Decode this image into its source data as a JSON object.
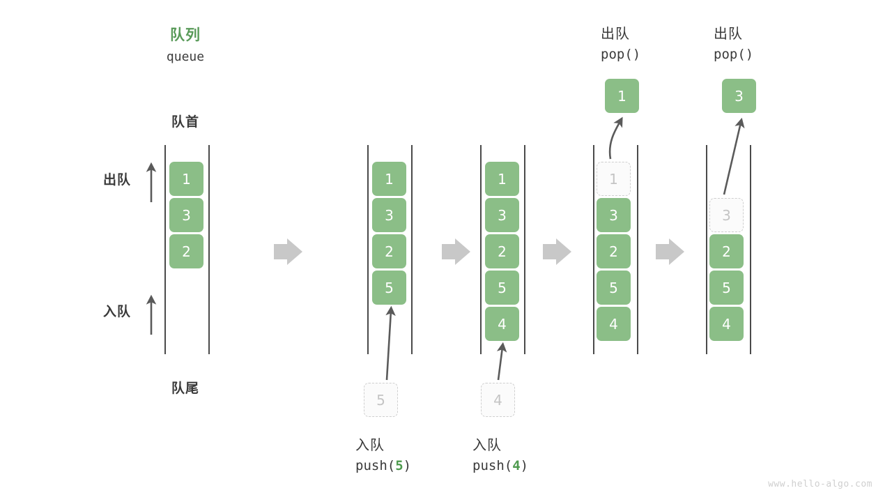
{
  "diagram": {
    "title_cn": "队列",
    "title_code": "queue",
    "front_label": "队首",
    "rear_label": "队尾",
    "dequeue_label": "出队",
    "enqueue_label": "入队",
    "watermark": "www.hello-algo.com",
    "colors": {
      "cell_fill": "#8bbe87",
      "cell_text": "#ffffff",
      "title_green": "#599a59",
      "code_highlight": "#4e9a4e",
      "ghost_border": "#cfcfcf",
      "ghost_text": "#c4c4c4",
      "rail": "#4a4a4a",
      "arrow_gray": "#c8c8c8",
      "thin_arrow": "#5a5a5a",
      "text": "#3a3a3a"
    },
    "steps": [
      {
        "id": "initial",
        "cells": [
          "1",
          "3",
          "2"
        ],
        "ghost_top": null,
        "ghost_bottom": null,
        "popped": null,
        "op_cn": null,
        "op_code": null
      },
      {
        "id": "push-5",
        "cells": [
          "1",
          "3",
          "2",
          "5"
        ],
        "ghost_top": null,
        "ghost_bottom": "5",
        "popped": null,
        "op_cn": "入队",
        "op_code_prefix": "push(",
        "op_code_value": "5",
        "op_code_suffix": ")"
      },
      {
        "id": "push-4",
        "cells": [
          "1",
          "3",
          "2",
          "5",
          "4"
        ],
        "ghost_top": null,
        "ghost_bottom": "4",
        "popped": null,
        "op_cn": "入队",
        "op_code_prefix": "push(",
        "op_code_value": "4",
        "op_code_suffix": ")"
      },
      {
        "id": "pop-1",
        "cells": [
          "3",
          "2",
          "5",
          "4"
        ],
        "ghost_top": "1",
        "ghost_bottom": null,
        "popped": "1",
        "op_cn": "出队",
        "op_code_prefix": "pop(",
        "op_code_value": "",
        "op_code_suffix": ")"
      },
      {
        "id": "pop-3",
        "cells": [
          "2",
          "5",
          "4"
        ],
        "ghost_top": "3",
        "ghost_bottom": null,
        "popped": "3",
        "op_cn": "出队",
        "op_code_prefix": "pop(",
        "op_code_value": "",
        "op_code_suffix": ")"
      }
    ],
    "transitions": [
      "arrow-1",
      "arrow-2",
      "arrow-3",
      "arrow-4"
    ]
  }
}
